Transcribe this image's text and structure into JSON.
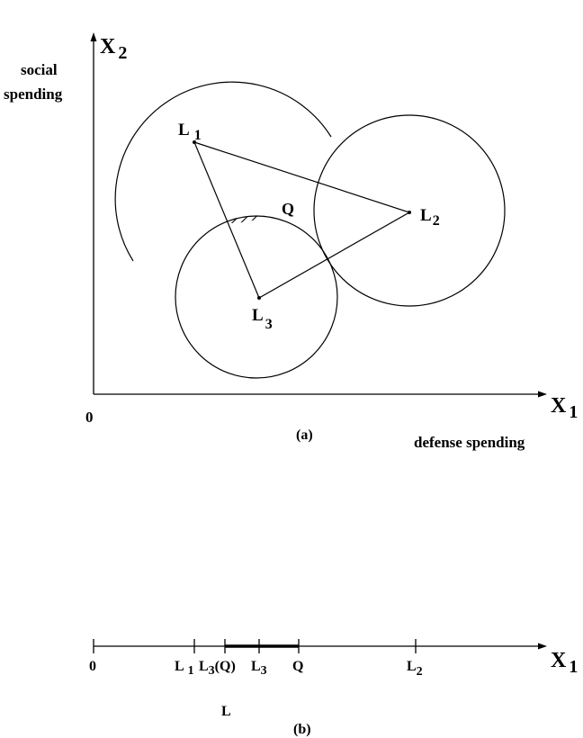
{
  "panel_a": {
    "y_axis_var": "X",
    "y_axis_sub": "2",
    "y_axis_desc_line1": "social",
    "y_axis_desc_line2": "spending",
    "x_axis_var": "X",
    "x_axis_sub": "1",
    "x_axis_desc": "defense spending",
    "origin": "0",
    "caption": "(a)",
    "points": [
      {
        "name": "L",
        "sub": "1"
      },
      {
        "name": "L",
        "sub": "2"
      },
      {
        "name": "L",
        "sub": "3"
      },
      {
        "name": "Q",
        "sub": ""
      }
    ]
  },
  "panel_b": {
    "origin": "0",
    "x_axis_var": "X",
    "x_axis_sub": "1",
    "tick_labels": [
      {
        "main": "L",
        "sub": "1",
        "post": ""
      },
      {
        "main": "L",
        "sub": "3",
        "post": "(Q)"
      },
      {
        "main": "L",
        "sub": "3",
        "post": ""
      },
      {
        "main": "Q",
        "sub": "",
        "post": ""
      },
      {
        "main": "L",
        "sub": "2",
        "post": ""
      }
    ],
    "below_label": "L",
    "caption": "(b)"
  }
}
